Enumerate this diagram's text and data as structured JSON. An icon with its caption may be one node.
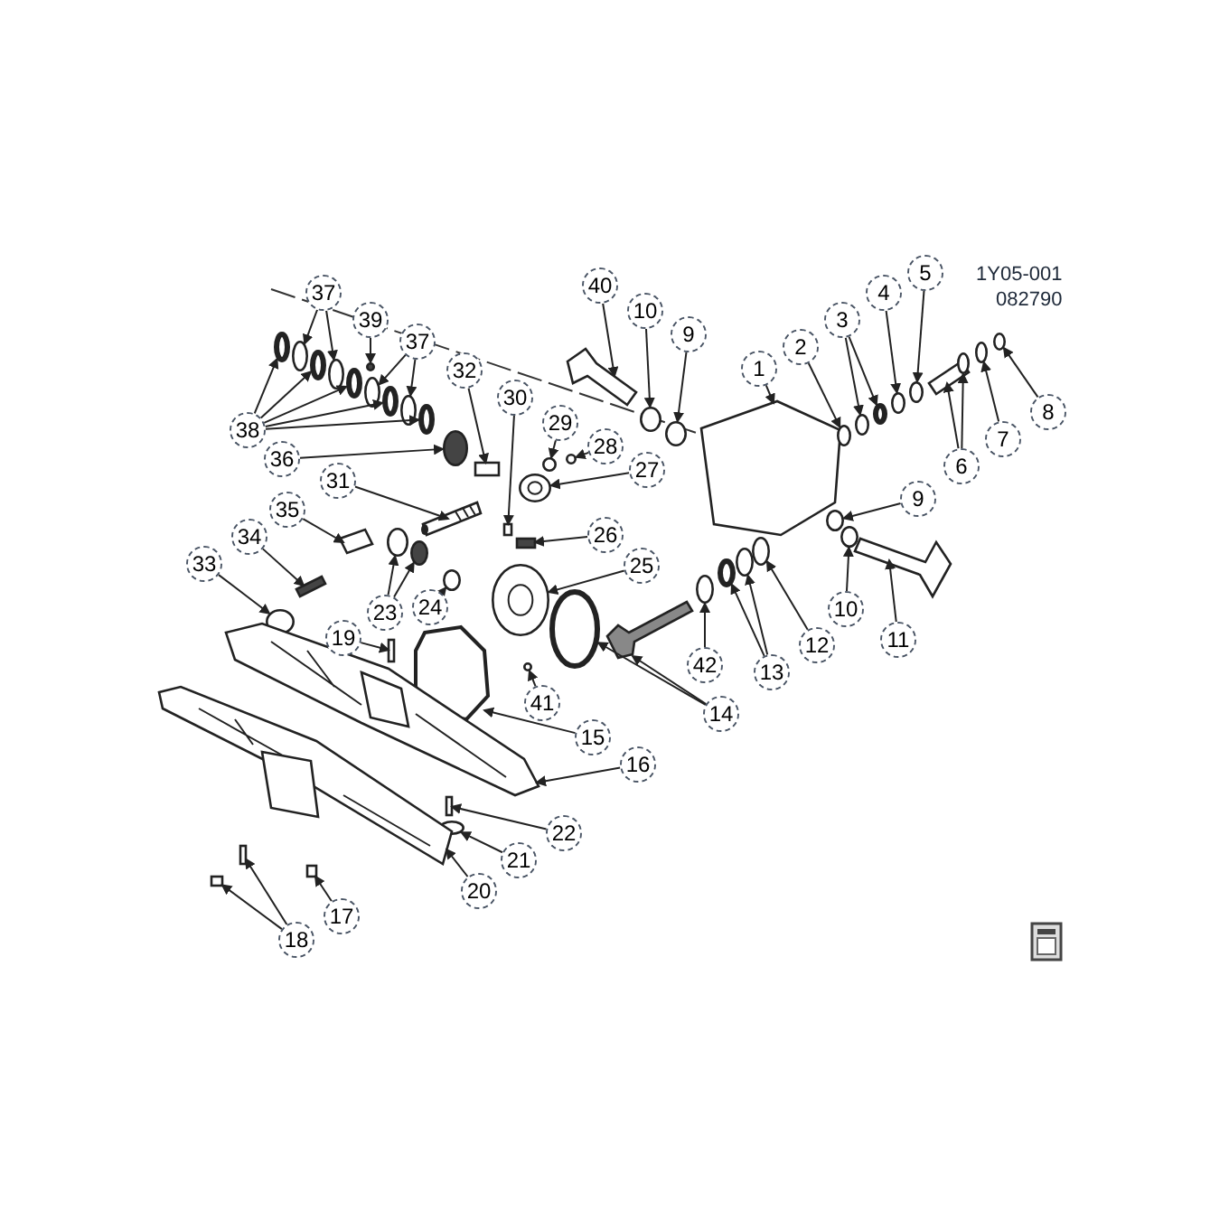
{
  "diagram": {
    "nodes": [
      {
        "text": [
          "40"
        ]
      },
      {
        "text": [
          "10"
        ]
      },
      {
        "text": [
          "9"
        ]
      },
      {
        "text": [
          "1"
        ]
      },
      {
        "text": [
          "2"
        ]
      },
      {
        "text": [
          "3"
        ]
      },
      {
        "text": [
          "4"
        ]
      },
      {
        "text": [
          "5"
        ]
      },
      {
        "text": [
          "8"
        ]
      },
      {
        "text": [
          "7"
        ]
      },
      {
        "text": [
          "6"
        ]
      },
      {
        "text": [
          "9"
        ]
      },
      {
        "text": [
          "10"
        ]
      },
      {
        "text": [
          "11"
        ]
      },
      {
        "text": [
          "12"
        ]
      },
      {
        "text": [
          "13"
        ]
      },
      {
        "text": [
          "42"
        ]
      },
      {
        "text": [
          "14"
        ]
      },
      {
        "text": [
          "25"
        ]
      },
      {
        "text": [
          "26"
        ]
      },
      {
        "text": [
          "27"
        ]
      },
      {
        "text": [
          "28"
        ]
      },
      {
        "text": [
          "29"
        ]
      },
      {
        "text": [
          "30"
        ]
      },
      {
        "text": [
          "32"
        ]
      },
      {
        "text": [
          "39"
        ]
      },
      {
        "text": [
          "37"
        ]
      },
      {
        "text": [
          "37"
        ]
      },
      {
        "text": [
          "38"
        ]
      },
      {
        "text": [
          "36"
        ]
      },
      {
        "text": [
          "31"
        ]
      },
      {
        "text": [
          "35"
        ]
      },
      {
        "text": [
          "34"
        ]
      },
      {
        "text": [
          "33"
        ]
      },
      {
        "text": [
          "23"
        ]
      },
      {
        "text": [
          "24"
        ]
      },
      {
        "text": [
          "19"
        ]
      },
      {
        "text": [
          "41"
        ]
      },
      {
        "text": [
          "15"
        ]
      },
      {
        "text": [
          "16"
        ]
      },
      {
        "text": [
          "22"
        ]
      },
      {
        "text": [
          "21"
        ]
      },
      {
        "text": [
          "20"
        ]
      },
      {
        "text": [
          "17"
        ]
      },
      {
        "text": [
          "18"
        ]
      },
      {
        "text": [],
        "shape": "picture"
      },
      {
        "text": [],
        "shape": "circle"
      },
      {
        "text": [],
        "shape": "circle"
      },
      {
        "text": [],
        "shape": "picture"
      },
      {
        "text": [],
        "shape": "circle"
      },
      {
        "text": [],
        "shape": "circle"
      },
      {
        "text": [],
        "shape": "circle"
      },
      {
        "text": [],
        "shape": "circle"
      },
      {
        "text": [],
        "shape": "circle"
      },
      {
        "text": [],
        "shape": "circle"
      },
      {
        "text": [],
        "shape": "circle"
      },
      {
        "text": [],
        "shape": "picture"
      },
      {
        "text": [],
        "shape": "circle"
      },
      {
        "text": [],
        "shape": "circle"
      },
      {
        "text": [],
        "shape": "circle"
      },
      {
        "text": [],
        "shape": "picture"
      },
      {
        "text": [],
        "shape": "circle"
      },
      {
        "text": [],
        "shape": "circle"
      },
      {
        "text": [],
        "shape": "circle"
      },
      {
        "text": [],
        "shape": "circle"
      },
      {
        "text": [],
        "shape": "picture"
      },
      {
        "text": [],
        "shape": "circle"
      },
      {
        "text": [],
        "shape": "picture"
      },
      {
        "text": [],
        "shape": "box"
      },
      {
        "text": [],
        "shape": "picture"
      },
      {
        "text": [],
        "shape": "circle"
      },
      {
        "text": [],
        "shape": "circle"
      },
      {
        "text": [],
        "shape": "box"
      },
      {
        "text": [],
        "shape": "box"
      },
      {
        "text": [],
        "shape": "circle"
      },
      {
        "text": [],
        "shape": "circle"
      },
      {
        "text": [],
        "shape": "circle"
      },
      {
        "text": [],
        "shape": "circle"
      },
      {
        "text": [],
        "shape": "circle"
      },
      {
        "text": [],
        "shape": "circle"
      },
      {
        "text": [],
        "shape": "circle"
      },
      {
        "text": [],
        "shape": "circle"
      },
      {
        "text": [],
        "shape": "circle"
      },
      {
        "text": [],
        "shape": "circle"
      },
      {
        "text": [],
        "shape": "circle"
      },
      {
        "text": [],
        "shape": "picture"
      },
      {
        "text": [],
        "shape": "picture"
      },
      {
        "text": [],
        "shape": "picture"
      },
      {
        "text": [],
        "shape": "circle"
      },
      {
        "text": [],
        "shape": "circle"
      },
      {
        "text": [],
        "shape": "circle"
      },
      {
        "text": [],
        "shape": "circle"
      },
      {
        "text": [],
        "shape": "box"
      },
      {
        "text": [],
        "shape": "circle"
      },
      {
        "text": [],
        "shape": "picture"
      },
      {
        "text": [],
        "shape": "picture"
      },
      {
        "text": [],
        "shape": "box"
      },
      {
        "text": [],
        "shape": "circle"
      },
      {
        "text": [],
        "shape": "picture"
      },
      {
        "text": [],
        "shape": "box"
      },
      {
        "text": [],
        "shape": "box"
      },
      {
        "text": [],
        "shape": "box"
      }
    ],
    "edges": [
      {
        "from": 0,
        "to": 45,
        "arrow": "to"
      },
      {
        "from": 1,
        "to": 46,
        "arrow": "to"
      },
      {
        "from": 2,
        "to": 47,
        "arrow": "to"
      },
      {
        "from": 3,
        "to": 48,
        "arrow": "to"
      },
      {
        "from": 4,
        "to": 49,
        "arrow": "to"
      },
      {
        "from": 5,
        "to": 50,
        "arrow": "to"
      },
      {
        "from": 5,
        "to": 51,
        "arrow": "to"
      },
      {
        "from": 6,
        "to": 52,
        "arrow": "to"
      },
      {
        "from": 7,
        "to": 53,
        "arrow": "to"
      },
      {
        "from": 8,
        "to": 54,
        "arrow": "to"
      },
      {
        "from": 9,
        "to": 55,
        "arrow": "to"
      },
      {
        "from": 10,
        "to": 56,
        "arrow": "to"
      },
      {
        "from": 10,
        "to": 57,
        "arrow": "to"
      },
      {
        "from": 11,
        "to": 58,
        "arrow": "to"
      },
      {
        "from": 12,
        "to": 59,
        "arrow": "to"
      },
      {
        "from": 13,
        "to": 60,
        "arrow": "to"
      },
      {
        "from": 14,
        "to": 61,
        "arrow": "to"
      },
      {
        "from": 15,
        "to": 62,
        "arrow": "to"
      },
      {
        "from": 15,
        "to": 63,
        "arrow": "to"
      },
      {
        "from": 16,
        "to": 64,
        "arrow": "to"
      },
      {
        "from": 17,
        "to": 65,
        "arrow": "to"
      },
      {
        "from": 17,
        "to": 66,
        "arrow": "to"
      },
      {
        "from": 18,
        "to": 67,
        "arrow": "to"
      },
      {
        "from": 19,
        "to": 68,
        "arrow": "to"
      },
      {
        "from": 20,
        "to": 69,
        "arrow": "to"
      },
      {
        "from": 21,
        "to": 70,
        "arrow": "to"
      },
      {
        "from": 22,
        "to": 71,
        "arrow": "to"
      },
      {
        "from": 23,
        "to": 72,
        "arrow": "to"
      },
      {
        "from": 24,
        "to": 73,
        "arrow": "to"
      },
      {
        "from": 25,
        "to": 74,
        "arrow": "to"
      },
      {
        "from": 26,
        "to": 75,
        "arrow": "to"
      },
      {
        "from": 26,
        "to": 76,
        "arrow": "to"
      },
      {
        "from": 27,
        "to": 77,
        "arrow": "to"
      },
      {
        "from": 27,
        "to": 78,
        "arrow": "to"
      },
      {
        "from": 28,
        "to": 79,
        "arrow": "to"
      },
      {
        "from": 28,
        "to": 80,
        "arrow": "to"
      },
      {
        "from": 28,
        "to": 81,
        "arrow": "to"
      },
      {
        "from": 28,
        "to": 82,
        "arrow": "to"
      },
      {
        "from": 28,
        "to": 83,
        "arrow": "to"
      },
      {
        "from": 29,
        "to": 84,
        "arrow": "to"
      },
      {
        "from": 30,
        "to": 85,
        "arrow": "to"
      },
      {
        "from": 31,
        "to": 86,
        "arrow": "to"
      },
      {
        "from": 32,
        "to": 87,
        "arrow": "to"
      },
      {
        "from": 33,
        "to": 88,
        "arrow": "to"
      },
      {
        "from": 34,
        "to": 89,
        "arrow": "to"
      },
      {
        "from": 34,
        "to": 90,
        "arrow": "to"
      },
      {
        "from": 35,
        "to": 91,
        "arrow": "to"
      },
      {
        "from": 36,
        "to": 92,
        "arrow": "to"
      },
      {
        "from": 37,
        "to": 93,
        "arrow": "to"
      },
      {
        "from": 38,
        "to": 94,
        "arrow": "to"
      },
      {
        "from": 39,
        "to": 95,
        "arrow": "to"
      },
      {
        "from": 40,
        "to": 96,
        "arrow": "to"
      },
      {
        "from": 41,
        "to": 97,
        "arrow": "to"
      },
      {
        "from": 42,
        "to": 98,
        "arrow": "to"
      },
      {
        "from": 43,
        "to": 99,
        "arrow": "to"
      },
      {
        "from": 44,
        "to": 100,
        "arrow": "to"
      },
      {
        "from": 44,
        "to": 101,
        "arrow": "to"
      }
    ],
    "labels": [
      "1Y05-001",
      "082790"
    ]
  }
}
